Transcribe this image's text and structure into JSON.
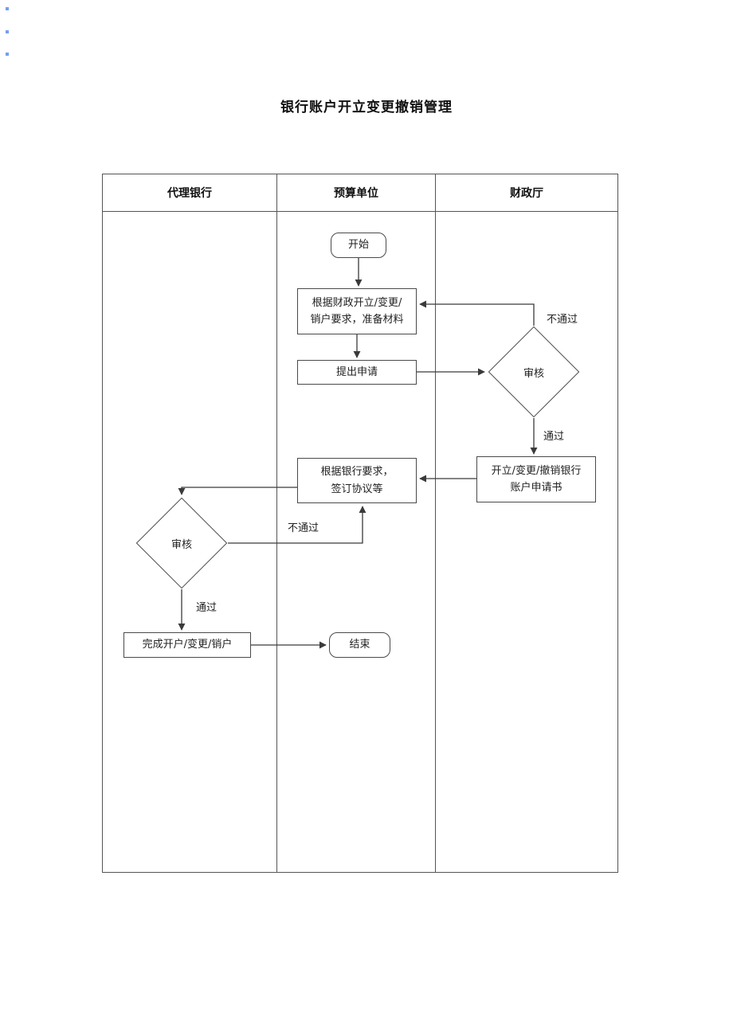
{
  "title": "银行账户开立变更撤销管理",
  "lanes": {
    "bank": "代理银行",
    "budget": "预算单位",
    "finance": "财政厅"
  },
  "nodes": {
    "start": "开始",
    "prepare_line1": "根据财政开立/变更/",
    "prepare_line2": "销户要求，准备材料",
    "apply": "提出申请",
    "review1": "审核",
    "application_line1": "开立/变更/撤销银行",
    "application_line2": "账户申请书",
    "sign_line1": "根据银行要求，",
    "sign_line2": "签订协议等",
    "review2": "审核",
    "complete": "完成开户/变更/销户",
    "end": "结束"
  },
  "edge_labels": {
    "review1_fail": "不通过",
    "review1_pass": "通过",
    "review2_fail": "不通过",
    "review2_pass": "通过"
  },
  "colors": {
    "line": "#3a3a3a",
    "table_border": "#555555",
    "node_border": "#4a4a4a",
    "text": "#222222"
  }
}
